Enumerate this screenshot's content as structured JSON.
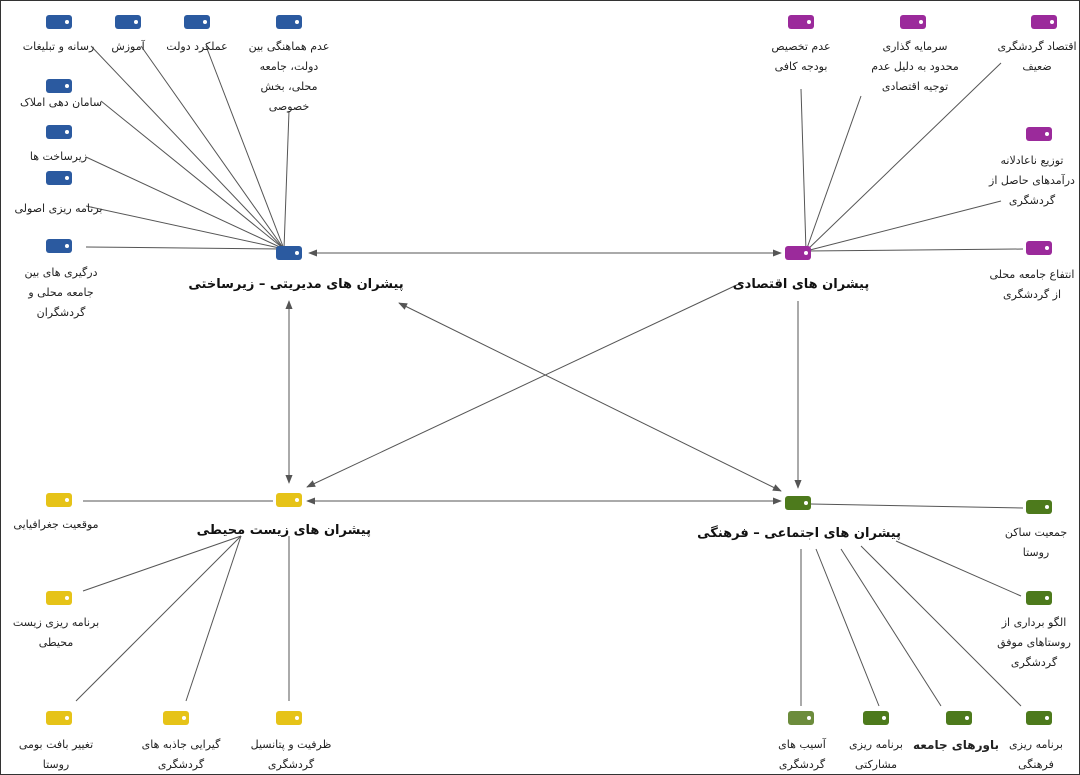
{
  "colors": {
    "management": "#2b5aa0",
    "economic": "#9b2a9b",
    "environmental": "#e6c318",
    "social": "#4d7a1c",
    "edge": "#555555"
  },
  "hubs": {
    "management": "پیشران های مدیریتی – زیرساختی",
    "economic": "پیشران های اقتصادی",
    "environmental": "پیشران های زیست محیطی",
    "social": "پیشران های اجتماعی – فرهنگی"
  },
  "nodes": {
    "m_media": "رسانه و تبلیغات",
    "m_education": "آموزش",
    "m_government": "عملکرد دولت",
    "m_coordination": "عدم هماهنگی بین\nدولت، جامعه\nمحلی، بخش\nخصوصی",
    "m_property": "سامان دهی املاک",
    "m_infrastructure": "زیرساخت ها",
    "m_planning": "برنامه ریزی اصولی",
    "m_conflicts": "درگیری های بین\nجامعه محلی و\nگردشگران",
    "e_budget": "عدم تخصیص\nبودجه کافی",
    "e_investment": "سرمایه گذاری\nمحدود به دلیل عدم\nتوجیه اقتصادی",
    "e_weak": "اقتصاد گردشگری\nضعیف",
    "e_income": "توزیع ناعادلانه\nدرآمدهای حاصل از\nگردشگری",
    "e_benefit": "انتفاع جامعه محلی\nاز گردشگری",
    "v_location": "موقعیت جغرافیایی",
    "v_planning": "برنامه ریزی زیست\nمحیطی",
    "v_texture": "تغییر بافت بومی\nروستا",
    "v_attract": "گیرایی جاذبه های\nگردشگری",
    "v_capacity": "ظرفیت و پتانسیل\nگردشگری",
    "s_population": "جمعیت ساکن\nروستا",
    "s_model": "الگو برداری از\nروستاهای موفق\nگردشگری",
    "s_cultural": "برنامه ریزی\nفرهنگی",
    "s_beliefs": "باورهای جامعه",
    "s_participatory": "برنامه ریزی\nمشارکتی",
    "s_harms": "آسیب های\nگردشگری"
  }
}
